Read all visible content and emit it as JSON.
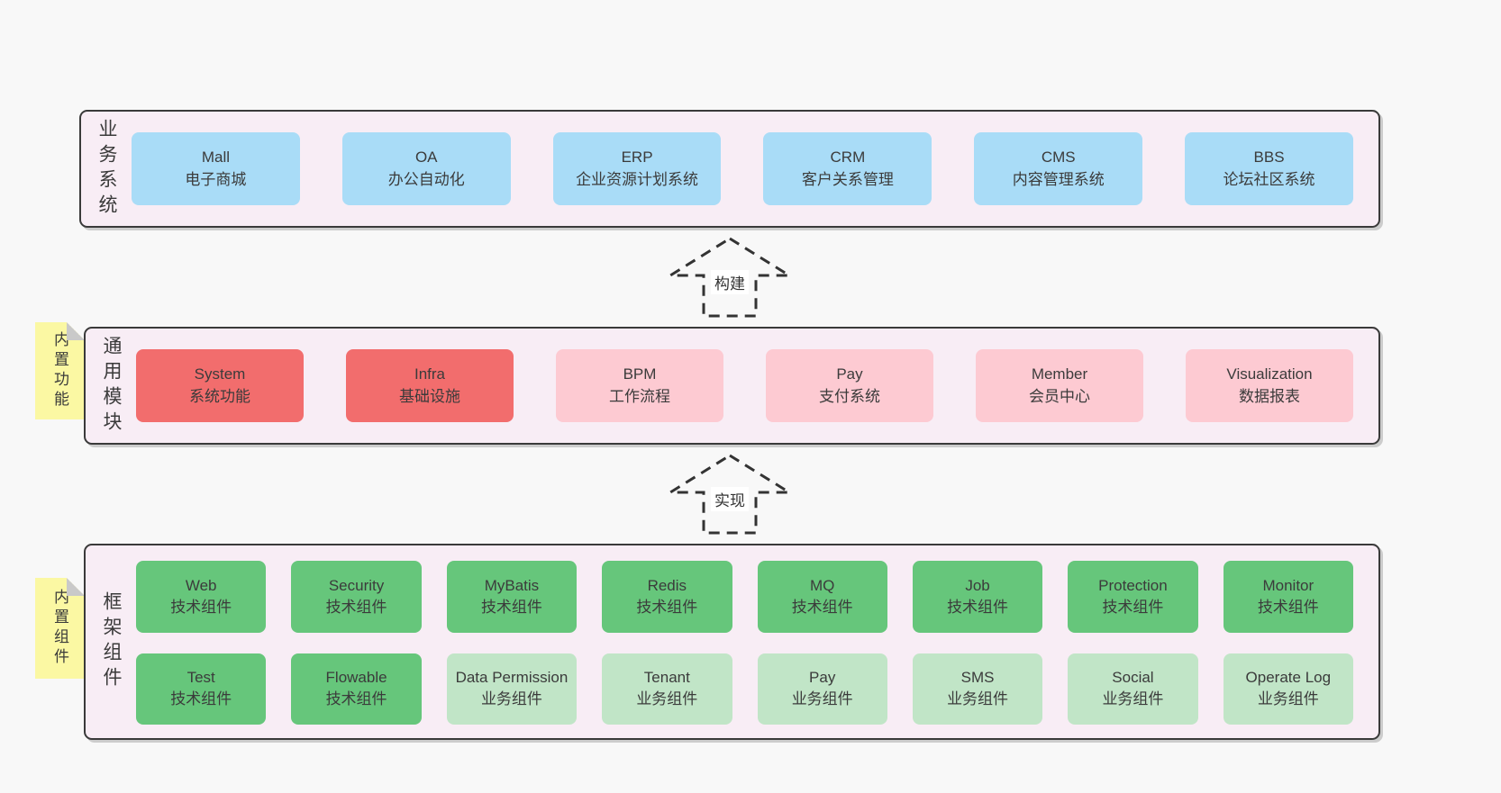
{
  "colors": {
    "page_bg": "#f8f8f8",
    "band_bg": "#f8edf5",
    "band_border": "#3a3a3a",
    "blue": "#a9dcf7",
    "red": "#f26d6d",
    "pink": "#fdcad2",
    "green": "#66c67b",
    "green_light": "#c1e5c7",
    "sticky": "#fbf8a3",
    "sticky_fold": "#c9c9c9",
    "text": "#3b3b3b"
  },
  "arrows": [
    {
      "label": "构建"
    },
    {
      "label": "实现"
    }
  ],
  "bands": [
    {
      "label": "业务系统",
      "items": [
        {
          "name": "Mall",
          "desc": "电子商城"
        },
        {
          "name": "OA",
          "desc": "办公自动化"
        },
        {
          "name": "ERP",
          "desc": "企业资源计划系统"
        },
        {
          "name": "CRM",
          "desc": "客户关系管理"
        },
        {
          "name": "CMS",
          "desc": "内容管理系统"
        },
        {
          "name": "BBS",
          "desc": "论坛社区系统"
        }
      ]
    },
    {
      "label": "通用模块",
      "note": "内置功能",
      "items": [
        {
          "name": "System",
          "desc": "系统功能"
        },
        {
          "name": "Infra",
          "desc": "基础设施"
        },
        {
          "name": "BPM",
          "desc": "工作流程"
        },
        {
          "name": "Pay",
          "desc": "支付系统"
        },
        {
          "name": "Member",
          "desc": "会员中心"
        },
        {
          "name": "Visualization",
          "desc": "数据报表"
        }
      ]
    },
    {
      "label": "框架组件",
      "note": "内置组件",
      "items": [
        {
          "name": "Web",
          "desc": "技术组件"
        },
        {
          "name": "Security",
          "desc": "技术组件"
        },
        {
          "name": "MyBatis",
          "desc": "技术组件"
        },
        {
          "name": "Redis",
          "desc": "技术组件"
        },
        {
          "name": "MQ",
          "desc": "技术组件"
        },
        {
          "name": "Job",
          "desc": "技术组件"
        },
        {
          "name": "Protection",
          "desc": "技术组件"
        },
        {
          "name": "Monitor",
          "desc": "技术组件"
        },
        {
          "name": "Test",
          "desc": "技术组件"
        },
        {
          "name": "Flowable",
          "desc": "技术组件"
        },
        {
          "name": "Data Permission",
          "desc": "业务组件"
        },
        {
          "name": "Tenant",
          "desc": "业务组件"
        },
        {
          "name": "Pay",
          "desc": "业务组件"
        },
        {
          "name": "SMS",
          "desc": "业务组件"
        },
        {
          "name": "Social",
          "desc": "业务组件"
        },
        {
          "name": "Operate Log",
          "desc": "业务组件"
        }
      ]
    }
  ]
}
